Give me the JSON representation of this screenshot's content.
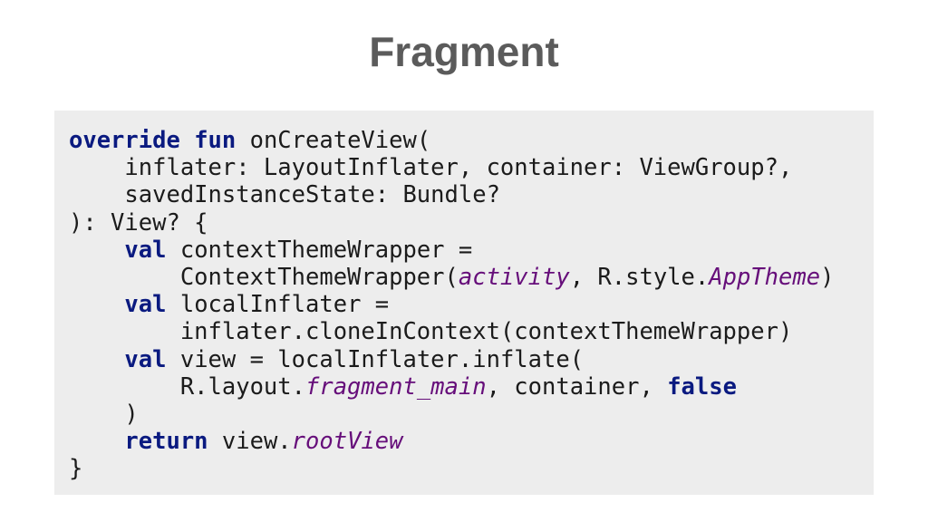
{
  "slide": {
    "title": "Fragment"
  },
  "code": {
    "lines": [
      [
        {
          "t": "override",
          "k": "kw"
        },
        {
          "t": " ",
          "k": ""
        },
        {
          "t": "fun",
          "k": "kw"
        },
        {
          "t": " onCreateView(",
          "k": ""
        }
      ],
      [
        {
          "t": "    inflater: LayoutInflater, container: ViewGroup?,",
          "k": ""
        }
      ],
      [
        {
          "t": "    savedInstanceState: Bundle?",
          "k": ""
        }
      ],
      [
        {
          "t": "): View? {",
          "k": ""
        }
      ],
      [
        {
          "t": "    ",
          "k": ""
        },
        {
          "t": "val",
          "k": "kw"
        },
        {
          "t": " contextThemeWrapper =",
          "k": ""
        }
      ],
      [
        {
          "t": "        ContextThemeWrapper(",
          "k": ""
        },
        {
          "t": "activity",
          "k": "prop"
        },
        {
          "t": ", R.style.",
          "k": ""
        },
        {
          "t": "AppTheme",
          "k": "prop"
        },
        {
          "t": ")",
          "k": ""
        }
      ],
      [
        {
          "t": "    ",
          "k": ""
        },
        {
          "t": "val",
          "k": "kw"
        },
        {
          "t": " localInflater =",
          "k": ""
        }
      ],
      [
        {
          "t": "        inflater.cloneInContext(contextThemeWrapper)",
          "k": ""
        }
      ],
      [
        {
          "t": "    ",
          "k": ""
        },
        {
          "t": "val",
          "k": "kw"
        },
        {
          "t": " view = localInflater.inflate(",
          "k": ""
        }
      ],
      [
        {
          "t": "        R.layout.",
          "k": ""
        },
        {
          "t": "fragment_main",
          "k": "prop"
        },
        {
          "t": ", container, ",
          "k": ""
        },
        {
          "t": "false",
          "k": "kw"
        }
      ],
      [
        {
          "t": "    )",
          "k": ""
        }
      ],
      [
        {
          "t": "    ",
          "k": ""
        },
        {
          "t": "return",
          "k": "kw"
        },
        {
          "t": " view.",
          "k": ""
        },
        {
          "t": "rootView",
          "k": "prop"
        }
      ],
      [
        {
          "t": "}",
          "k": ""
        }
      ]
    ]
  },
  "colors": {
    "title": "#5b5b5b",
    "code_background": "#ededed",
    "keyword": "#0a1a80",
    "property": "#660e7a",
    "plain_text": "#1b1b1b"
  }
}
